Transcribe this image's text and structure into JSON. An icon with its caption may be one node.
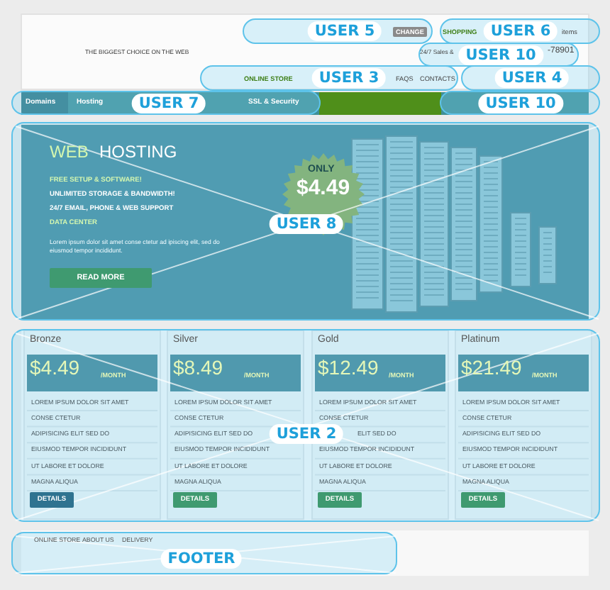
{
  "diagram": {
    "nodes": [
      {
        "text": [
          "USER 5"
        ]
      },
      {
        "text": [
          "USER 6"
        ]
      },
      {
        "text": [
          "USER 10"
        ]
      },
      {
        "text": [
          "USER 3"
        ]
      },
      {
        "text": [
          "USER 4"
        ]
      },
      {
        "text": [
          "USER 7"
        ]
      },
      {
        "text": [
          "USER 10"
        ]
      },
      {
        "text": [
          "USER 8"
        ]
      },
      {
        "text": [
          "USER 2"
        ]
      },
      {
        "text": [
          "FOOTER"
        ]
      }
    ],
    "labels": [
      "THE BIGGEST CHOICE ON THE WEB",
      "CHANGE",
      "SHOPPING",
      "items",
      "24/7 Sales &",
      "-78901",
      "ONLINE STORE",
      "FAQS",
      "CONTACTS",
      "Domains",
      "Hosting",
      "SSL & Security",
      "WEB",
      "HOSTING",
      "FREE SETUP & SOFTWARE!",
      "UNLIMITED STORAGE & BANDWIDTH!",
      "24/7 EMAIL, PHONE & WEB SUPPORT",
      "DATA CENTER",
      "Lorem ipsum dolor sit amet conse ctetur ad ipiscing elit, sed do eiusmod tempor incididunt.",
      "READ MORE",
      "ONLY",
      "$4.49",
      "Bronze",
      "$4.49",
      "/MONTH",
      "LOREM IPSUM DOLOR SIT AMET",
      "CONSE CTETUR",
      "ADIPISICING ELIT SED DO",
      "EIUSMOD TEMPOR INCIDIDUNT",
      "UT LABORE ET DOLORE",
      "MAGNA ALIQUA",
      "DETAILS",
      "Silver",
      "$8.49",
      "/MONTH",
      "LOREM IPSUM DOLOR SIT AMET",
      "CONSE CTETUR",
      "ADIPISICING ELIT SED DO",
      "EIUSMOD TEMPOR INCIDIDUNT",
      "UT LABORE ET DOLORE",
      "MAGNA ALIQUA",
      "DETAILS",
      "Gold",
      "$12.49",
      "/MONTH",
      "LOREM IPSUM DOLOR SIT AMET",
      "CONSE CTETUR",
      "ELIT SED DO",
      "EIUSMOD TEMPOR INCIDIDUNT",
      "UT LABORE ET DOLORE",
      "MAGNA ALIQUA",
      "DETAILS",
      "Platinum",
      "$21.49",
      "/MONTH",
      "LOREM IPSUM DOLOR SIT AMET",
      "CONSE CTETUR",
      "ADIPISICING ELIT SED DO",
      "EIUSMOD TEMPOR INCIDIDUNT",
      "UT LABORE ET DOLORE",
      "MAGNA ALIQUA",
      "DETAILS",
      "ONLINE STORE",
      "ABOUT US",
      "DELIVERY"
    ]
  }
}
